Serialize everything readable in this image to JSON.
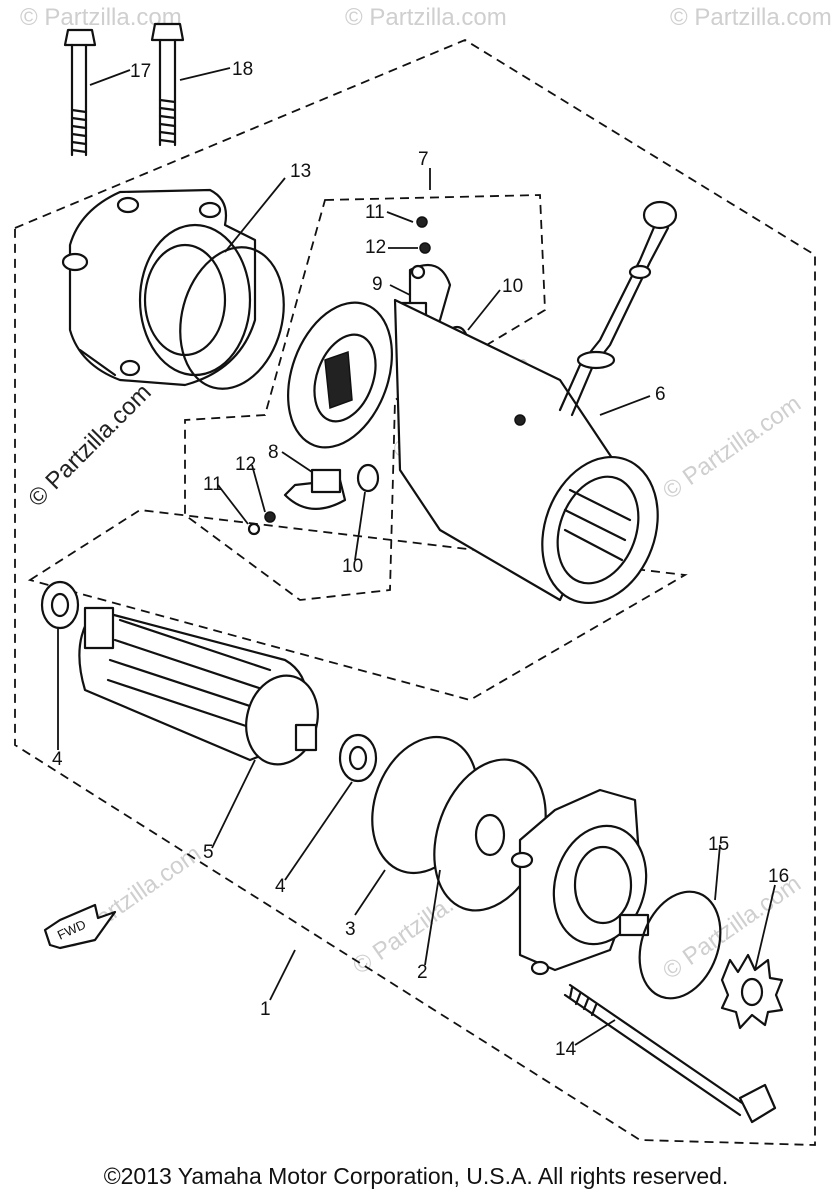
{
  "diagram": {
    "callouts": [
      {
        "id": "17",
        "text": "17"
      },
      {
        "id": "18",
        "text": "18"
      },
      {
        "id": "13",
        "text": "13"
      },
      {
        "id": "7",
        "text": "7"
      },
      {
        "id": "11a",
        "text": "11"
      },
      {
        "id": "12a",
        "text": "12"
      },
      {
        "id": "9",
        "text": "9"
      },
      {
        "id": "10a",
        "text": "10"
      },
      {
        "id": "6",
        "text": "6"
      },
      {
        "id": "8",
        "text": "8"
      },
      {
        "id": "12b",
        "text": "12"
      },
      {
        "id": "11b",
        "text": "11"
      },
      {
        "id": "10b",
        "text": "10"
      },
      {
        "id": "4a",
        "text": "4"
      },
      {
        "id": "5",
        "text": "5"
      },
      {
        "id": "4b",
        "text": "4"
      },
      {
        "id": "3",
        "text": "3"
      },
      {
        "id": "2",
        "text": "2"
      },
      {
        "id": "15",
        "text": "15"
      },
      {
        "id": "16",
        "text": "16"
      },
      {
        "id": "1",
        "text": "1"
      },
      {
        "id": "14",
        "text": "14"
      }
    ],
    "fwd_label": "FWD",
    "watermark_side": "© Partzilla.com",
    "watermark_faint": "© Partzilla.com",
    "copyright": "©2013  Yamaha Motor Corporation, U.S.A. All rights reserved."
  }
}
